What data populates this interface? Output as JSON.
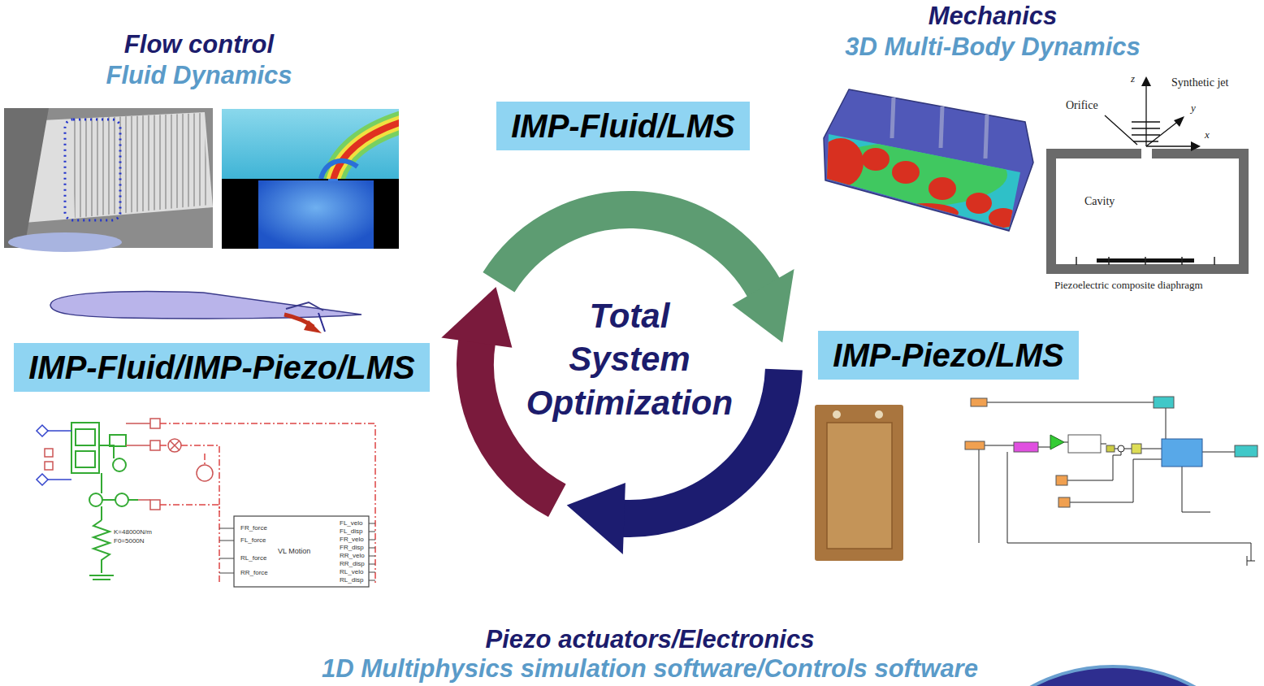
{
  "diagram": {
    "nodes": [
      {
        "text": [
          "IMP-Fluid/LMS"
        ]
      },
      {
        "text": [
          "IMP-Fluid/IMP-Piezo/LMS"
        ]
      },
      {
        "text": [
          "IMP-Piezo/LMS"
        ]
      }
    ],
    "labels": [
      "Flow control",
      "Fluid Dynamics",
      "Mechanics",
      "3D Multi-Body Dynamics",
      "Total System Optimization",
      "Piezo actuators/Electronics",
      "1D Multiphysics simulation software/Controls software",
      "Synthetic jet",
      "Orifice",
      "Cavity",
      "Piezoelectric composite diaphragm",
      "z",
      "y",
      "x",
      "FR_force",
      "FL_force",
      "RL_force",
      "RR_force",
      "VL Motion",
      "FL_velo",
      "FL_disp",
      "FR_velo",
      "FR_disp",
      "RR_velo",
      "RR_disp",
      "RL_velo",
      "RL_disp",
      "K=48000N/m",
      "F0=5000N"
    ]
  }
}
